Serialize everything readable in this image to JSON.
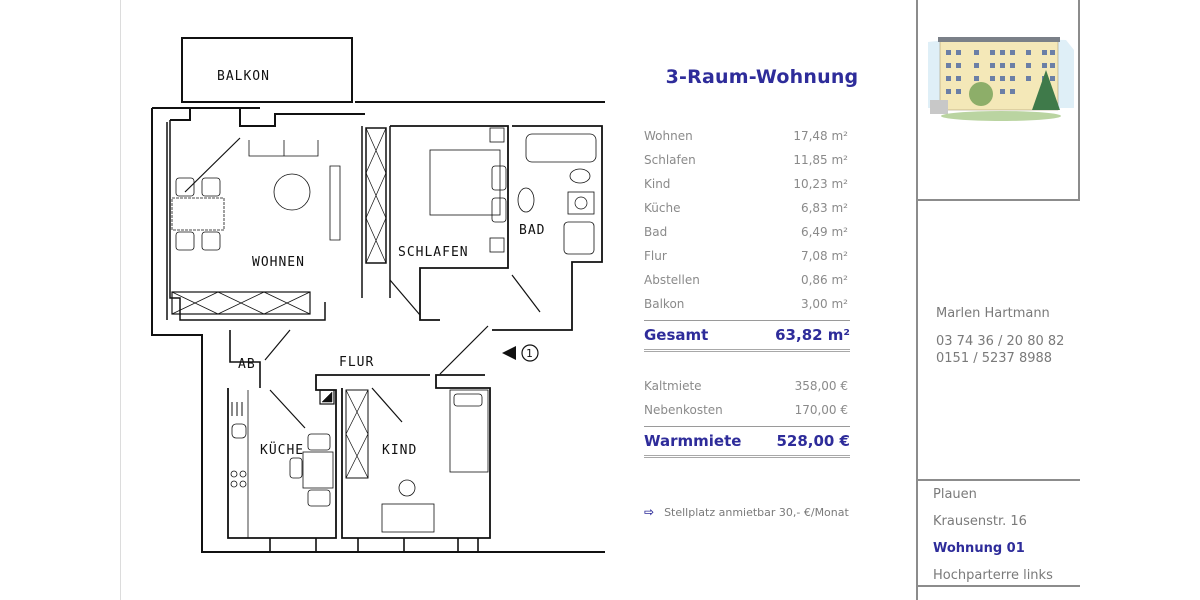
{
  "title": "3-Raum-Wohnung",
  "floorplan": {
    "labels": {
      "balkon": "BALKON",
      "wohnen": "WOHNEN",
      "schlafen": "SCHLAFEN",
      "bad": "BAD",
      "ab": "AB",
      "flur": "FLUR",
      "kueche": "KÜCHE",
      "kind": "KIND",
      "entrance_marker": "1"
    }
  },
  "areas": [
    {
      "room": "Wohnen",
      "value": "17,48 m²"
    },
    {
      "room": "Schlafen",
      "value": "11,85 m²"
    },
    {
      "room": "Kind",
      "value": "10,23 m²"
    },
    {
      "room": "Küche",
      "value": "6,83 m²"
    },
    {
      "room": "Bad",
      "value": "6,49 m²"
    },
    {
      "room": "Flur",
      "value": "7,08 m²"
    },
    {
      "room": "Abstellen",
      "value": "0,86 m²"
    },
    {
      "room": "Balkon",
      "value": "3,00 m²"
    }
  ],
  "area_total": {
    "label": "Gesamt",
    "value": "63,82 m²"
  },
  "rent": {
    "rows": [
      {
        "label": "Kaltmiete",
        "value": "358,00 €"
      },
      {
        "label": "Nebenkosten",
        "value": "170,00 €"
      }
    ],
    "total": {
      "label": "Warmmiete",
      "value": "528,00 €"
    }
  },
  "note": {
    "icon": "arrow-right-icon",
    "glyph": "⇨",
    "text": "Stellplatz anmietbar 30,- €/Monat"
  },
  "contact": {
    "name": "Marlen Hartmann",
    "phone1": "03 74 36 / 20 80 82",
    "phone2": "0151 / 5237 8988"
  },
  "address": {
    "city": "Plauen",
    "street": "Krausenstr. 16",
    "unit": "Wohnung 01",
    "floor": "Hochparterre links"
  },
  "colors": {
    "accent": "#2e2c9a",
    "muted_text": "#8a8a8a",
    "border": "#8c8c8c"
  }
}
